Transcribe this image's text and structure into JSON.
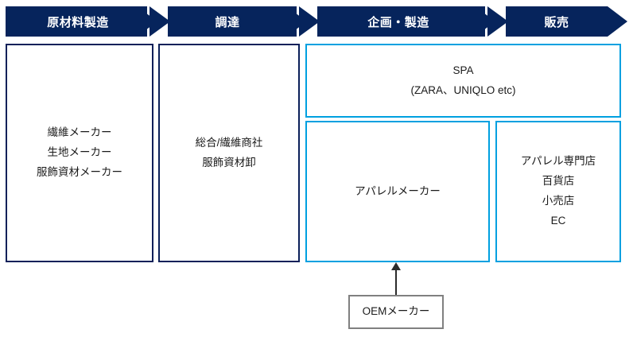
{
  "diagram": {
    "title": "apparel-supply-chain",
    "colors": {
      "navy": "#06245C",
      "navy_border": "#0B2059",
      "blue": "#00A0E0",
      "gray": "#808080",
      "text": "#1a1a1a",
      "header_text": "#ffffff",
      "background": "#ffffff"
    }
  },
  "header": {
    "phases": [
      {
        "label": "原材料製造"
      },
      {
        "label": "調達"
      },
      {
        "label": "企画・製造"
      },
      {
        "label": "販売"
      }
    ]
  },
  "boxes": {
    "raw_material": {
      "name": "raw-material-makers",
      "lines": [
        "繊維メーカー",
        "生地メーカー",
        "服飾資材メーカー"
      ]
    },
    "procurement": {
      "name": "trading-companies",
      "lines": [
        "総合/繊維商社",
        "服飾資材卸"
      ]
    },
    "spa": {
      "name": "spa",
      "lines": [
        "SPA",
        "(ZARA、UNIQLO etc)"
      ]
    },
    "apparel_maker": {
      "name": "apparel-maker",
      "lines": [
        "アパレルメーカー"
      ]
    },
    "retail": {
      "name": "retail-channels",
      "lines": [
        "アパレル専門店",
        "百貨店",
        "小売店",
        "EC"
      ]
    },
    "oem": {
      "name": "oem-maker",
      "lines": [
        "OEMメーカー"
      ]
    }
  }
}
